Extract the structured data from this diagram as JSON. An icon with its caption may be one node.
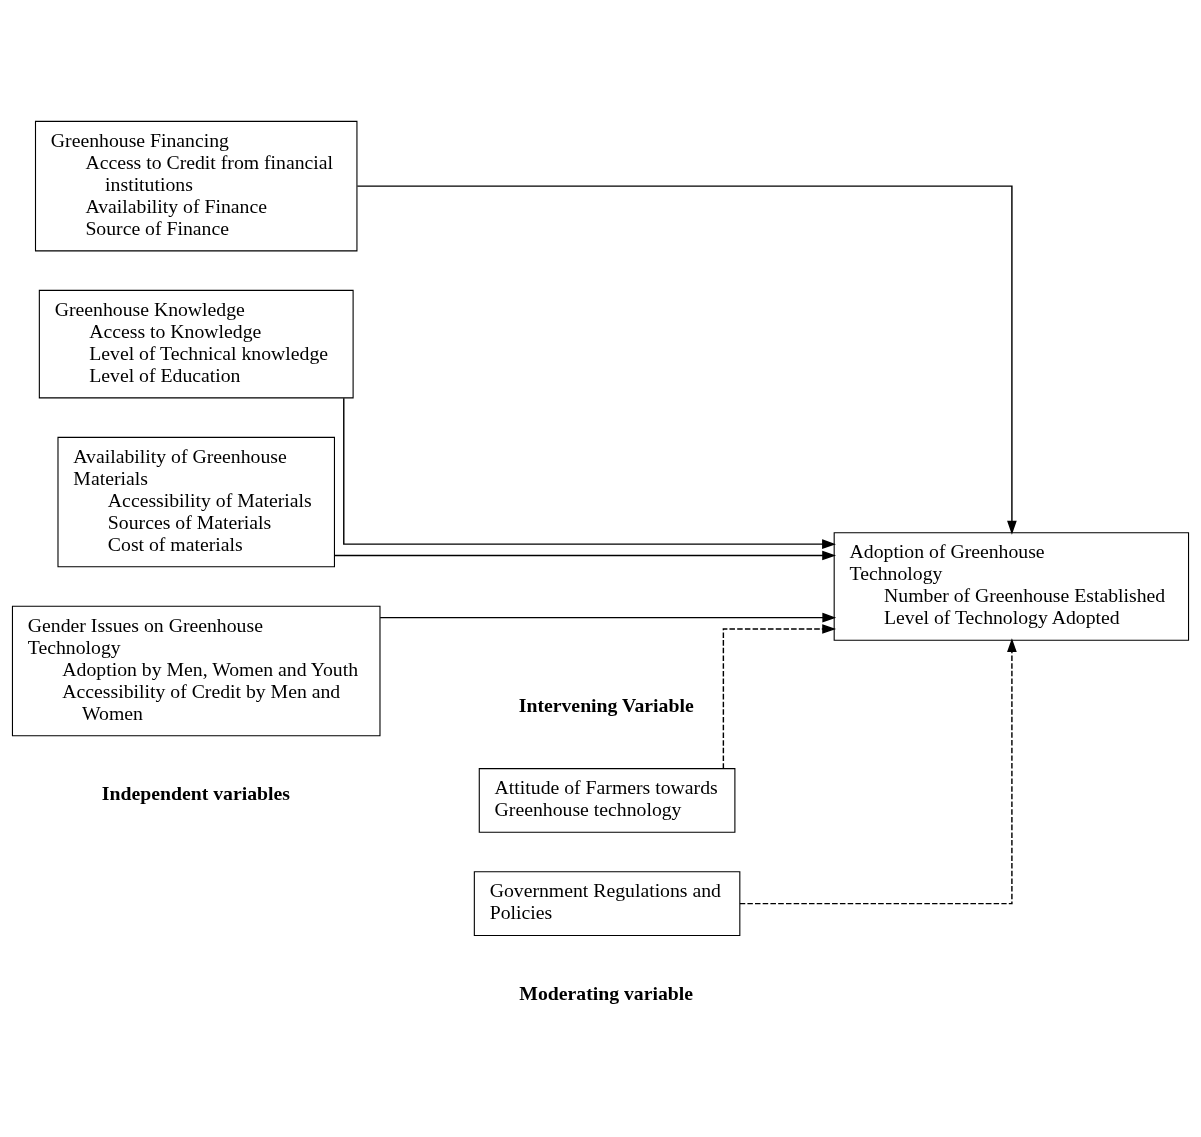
{
  "diagram": {
    "nodes": [
      {
        "text": [
          "Greenhouse Financing",
          "Access to Credit from financial institutions",
          "Availability of Finance",
          "Source of Finance"
        ]
      },
      {
        "text": [
          "Greenhouse Knowledge",
          "Access to Knowledge",
          "Level of Technical knowledge",
          "Level of Education"
        ]
      },
      {
        "text": [
          "Availability of Greenhouse Materials",
          "Accessibility of Materials",
          "Sources of Materials",
          "Cost of materials"
        ]
      },
      {
        "text": [
          "Gender Issues on Greenhouse Technology",
          "Adoption by Men, Women and Youth",
          "Accessibility of Credit by Men and Women"
        ]
      },
      {
        "text": [
          "Attitude of Farmers towards Greenhouse technology"
        ]
      },
      {
        "text": [
          "Adoption of Greenhouse Technology",
          "Number of Greenhouse Established",
          "Level of Technology Adopted"
        ]
      },
      {
        "text": [
          "Government Regulations and Policies"
        ]
      }
    ],
    "edges": [
      {
        "from": 0,
        "to": 5,
        "arrow": "to"
      },
      {
        "from": 1,
        "to": 5,
        "arrow": "to"
      },
      {
        "from": 2,
        "to": 5,
        "arrow": "to"
      },
      {
        "from": 3,
        "to": 5,
        "arrow": "to"
      },
      {
        "from": 4,
        "to": 5,
        "arrow": "to",
        "style": "dashed"
      },
      {
        "from": 6,
        "to": 5,
        "arrow": "to",
        "style": "dashed"
      }
    ],
    "labels": [
      "Independent variables",
      "Intervening Variable",
      "Moderating variable"
    ]
  }
}
